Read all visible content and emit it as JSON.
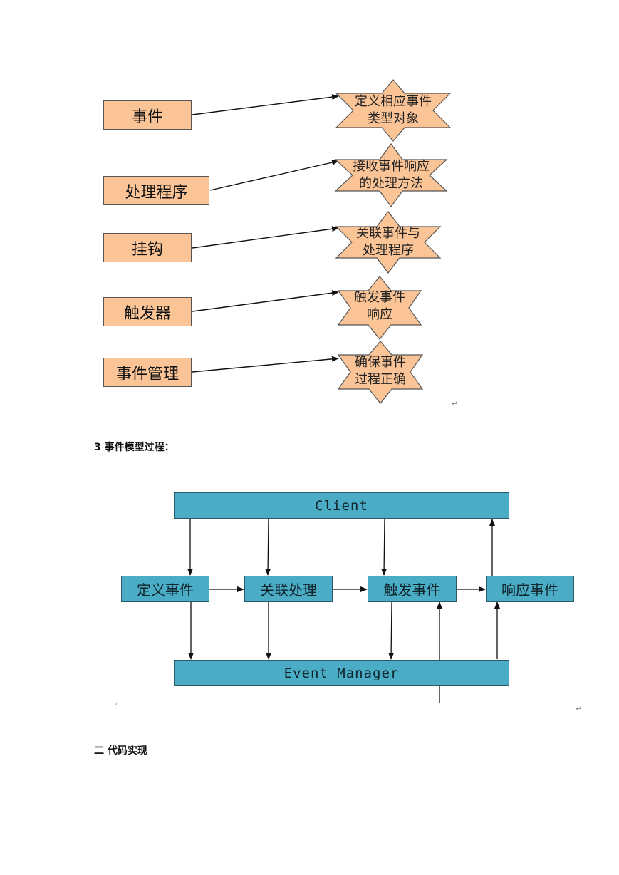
{
  "diagram1": {
    "boxes": [
      "事件",
      "处理程序",
      "挂钩",
      "触发器",
      "事件管理"
    ],
    "stars": [
      [
        "定义相应事件",
        "类型对象"
      ],
      [
        "接收事件响应",
        "的处理方法"
      ],
      [
        "关联事件与",
        "处理程序"
      ],
      [
        "触发事件",
        "响应"
      ],
      [
        "确保事件",
        "过程正确"
      ]
    ]
  },
  "section3_heading": "3  事件模型过程：",
  "diagram2": {
    "client": "Client",
    "event_manager": "Event Manager",
    "steps": [
      "定义事件",
      "关联处理",
      "触发事件",
      "响应事件"
    ]
  },
  "section_code_heading": "二  代码实现",
  "paragraph_mark": "↵",
  "small_mark": "˚",
  "colors": {
    "orange_fill": "#fbc497",
    "teal_fill": "#4bacc6"
  }
}
